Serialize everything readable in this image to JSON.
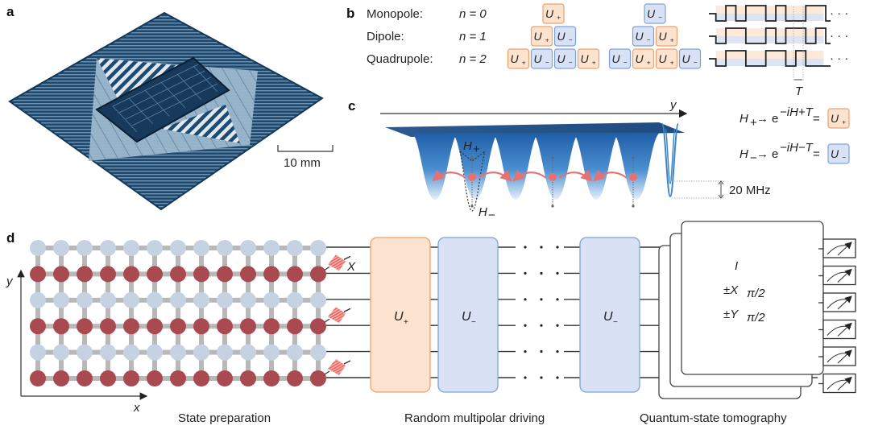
{
  "panels": {
    "a": "a",
    "b": "b",
    "c": "c",
    "d": "d"
  },
  "panel_a": {
    "scale_bar_label": "10 mm"
  },
  "panel_b": {
    "rows": [
      {
        "name": "Monopole:",
        "n_label": "n = 0",
        "left_seq": [
          "+"
        ],
        "right_seq": [
          "-"
        ]
      },
      {
        "name": "Dipole:",
        "n_label": "n = 1",
        "left_seq": [
          "+",
          "-"
        ],
        "right_seq": [
          "-",
          "+"
        ]
      },
      {
        "name": "Quadrupole:",
        "n_label": "n = 2",
        "left_seq": [
          "+",
          "-",
          "-",
          "+"
        ],
        "right_seq": [
          "-",
          "+",
          "+",
          "-"
        ]
      }
    ],
    "waveforms": [
      [
        0,
        1,
        0,
        1,
        1,
        0,
        1,
        0,
        0,
        1,
        1
      ],
      [
        0,
        1,
        1,
        0,
        0,
        1,
        0,
        1,
        1,
        0,
        1
      ],
      [
        0,
        1,
        1,
        0,
        0,
        1,
        1,
        0,
        1,
        0,
        0
      ]
    ],
    "ellipsis": "· · ·",
    "period_label": "T",
    "gate_symbol": "U",
    "plus": "+",
    "minus": "−"
  },
  "panel_c": {
    "axis_label": "y",
    "h_plus": "H",
    "h_plus_sub": "+",
    "h_minus": "H",
    "h_minus_sub": "−",
    "equations": [
      {
        "lhs": "H",
        "sub": "+",
        "arrow": "→",
        "exp": "e",
        "sup": "−iH+T",
        "eq": "=",
        "gate_sub": "+"
      },
      {
        "lhs": "H",
        "sub": "−",
        "arrow": "→",
        "exp": "e",
        "sup": "−iH−T",
        "eq": "=",
        "gate_sub": "−"
      }
    ],
    "depth_label": "20 MHz",
    "num_wells": 6
  },
  "panel_d": {
    "lattice": {
      "columns": 13,
      "rows": [
        "blue",
        "red",
        "blue",
        "red",
        "blue",
        "red"
      ]
    },
    "axis_x": "x",
    "axis_y": "y",
    "x_pulse_label": "X",
    "gates": [
      {
        "label": "U",
        "sub": "+",
        "type": "plus"
      },
      {
        "label": "U",
        "sub": "−",
        "type": "minus"
      },
      {
        "label": "U",
        "sub": "−",
        "type": "minus"
      }
    ],
    "tomography": {
      "lines": [
        "I",
        "±X",
        "±Y"
      ],
      "subs": [
        "",
        "π/2",
        "π/2"
      ]
    },
    "num_measurements": 6,
    "section_labels": {
      "state_prep": "State preparation",
      "driving": "Random multipolar driving",
      "tomography": "Quantum-state tomography"
    }
  },
  "colors": {
    "plus_fill": "#fbe3cf",
    "plus_stroke": "#f0a068",
    "minus_fill": "#d8e2f4",
    "minus_stroke": "#7fa0dc",
    "qubit_red": "#a84a50",
    "qubit_blue": "#c5d2e2",
    "coupler": "#b8b8b8",
    "chip_dark": "#1d4a6e",
    "chip_light": "#8fb0c8",
    "well_blue": "#2d6fb5",
    "arrow_red": "#e87070"
  }
}
